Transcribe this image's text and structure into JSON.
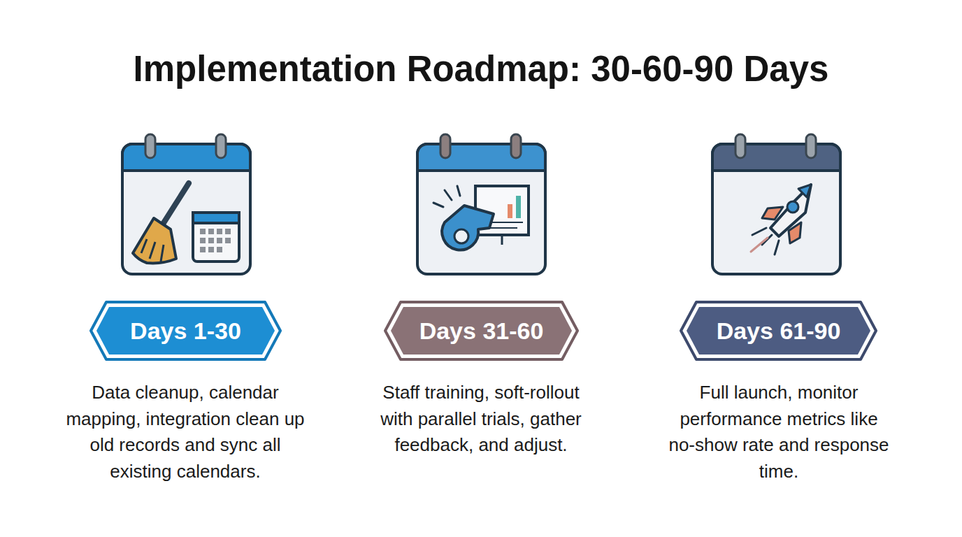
{
  "diagram": {
    "title": "Implementation Roadmap: 30-60-90 Days",
    "nodes": [
      {
        "text": [
          "Days 1-30"
        ]
      },
      {
        "text": [
          "Days 31-60"
        ]
      },
      {
        "text": [
          "Days 61-90"
        ]
      }
    ],
    "labels": [
      "Data cleanup, calendar mapping, integration clean up old records and sync all existing calendars.",
      "Staff training, soft-rollout with parallel trials, gather feedback, and adjust.",
      "Full launch, monitor performance metrics like no-show rate and response time."
    ]
  }
}
